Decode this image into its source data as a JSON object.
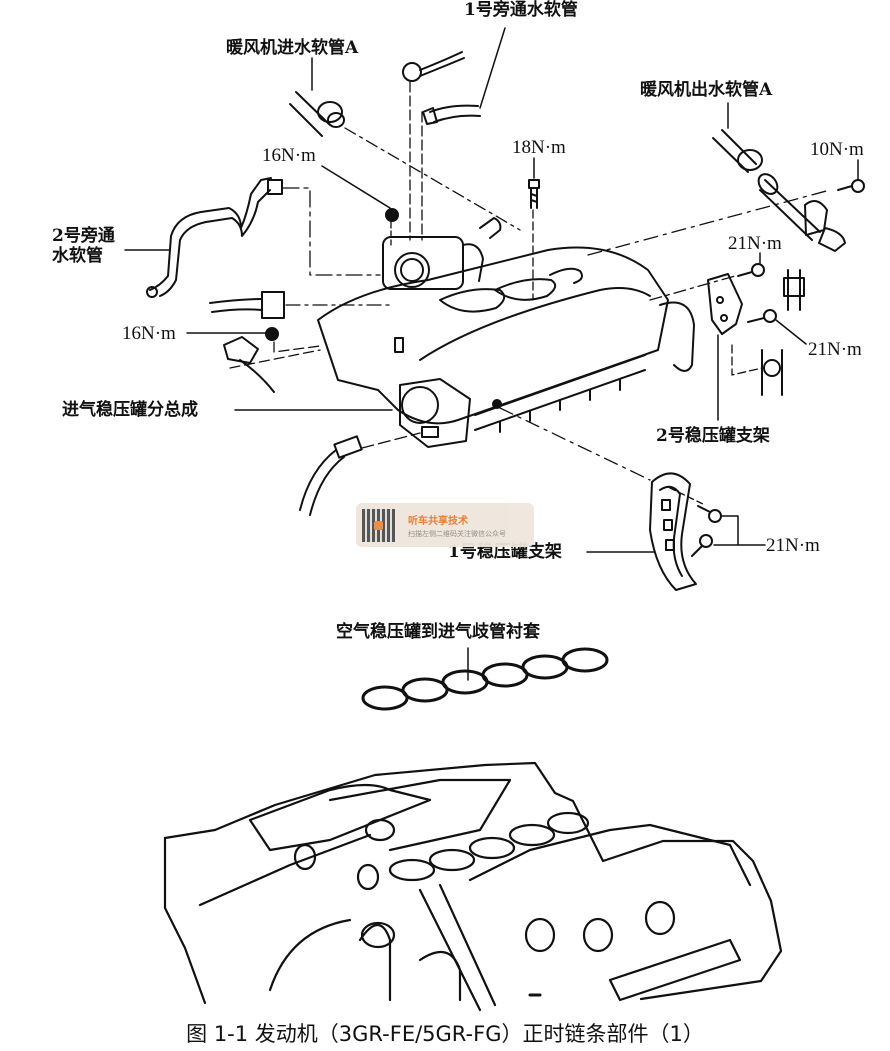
{
  "figure": {
    "caption": "图 1-1   发动机（3GR-FE/5GR-FG）正时链条部件（1）"
  },
  "labels": {
    "bypass_hose_1": "1号旁通水软管",
    "heater_inlet_hose_a": "暖风机进水软管A",
    "heater_outlet_hose_a": "暖风机出水软管A",
    "bypass_hose_2_line1": "2号旁通",
    "bypass_hose_2_line2": "水软管",
    "intake_plenum_assy": "进气稳压罐分总成",
    "plenum_bracket_2": "2号稳压罐支架",
    "plenum_bracket_1": "1号稳压罐支架",
    "plenum_to_manifold_gasket": "空气稳压罐到进气歧管衬套"
  },
  "torques": {
    "t_16_upper": "16N·m",
    "t_18": "18N·m",
    "t_10": "10N·m",
    "t_21_upper": "21N·m",
    "t_16_lower": "16N·m",
    "t_21_mid": "21N·m",
    "t_21_lower": "21N·m"
  },
  "watermark": {
    "title": "听车共享技术",
    "subtitle": "扫描左侧二维码关注微信公众号"
  }
}
